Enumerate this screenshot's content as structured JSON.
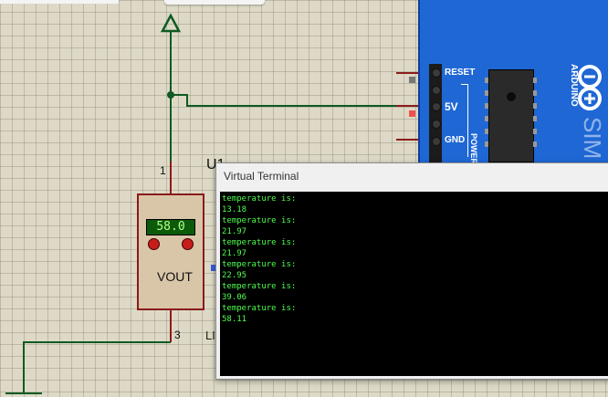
{
  "terminal": {
    "title": "Virtual Terminal",
    "lines": [
      "temperature is:",
      "13.18",
      "temperature is:",
      "21.97",
      "temperature is:",
      "21.97",
      "temperature is:",
      "22.95",
      "temperature is:",
      "39.06",
      "temperature is:",
      "58.11"
    ]
  },
  "sensor": {
    "display_value": "58.0",
    "output_label": "VOUT",
    "pin_top": "1",
    "pin_bottom": "3",
    "ref_label": "U1",
    "part_label": "LI"
  },
  "board": {
    "pins": [
      "RESET",
      "5V",
      "GND"
    ],
    "power_group": "POWER",
    "brand": "ARDUINO",
    "brand_partial": "SIM"
  },
  "colors": {
    "wire": "#0e5a22",
    "pin_wire": "#8b1b1b",
    "board": "#1f67d4",
    "terminal_text": "#4dff4d"
  }
}
